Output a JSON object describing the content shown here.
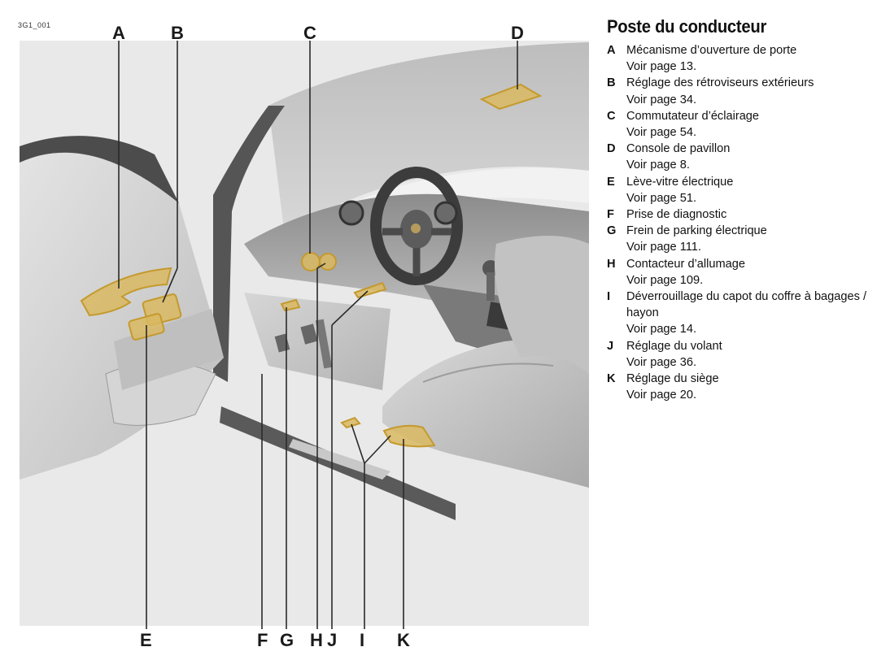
{
  "figure_id": "3G1_001",
  "title": "Poste du conducteur",
  "callout_letters": {
    "top": [
      "A",
      "B",
      "C",
      "D"
    ],
    "bottom": [
      "E",
      "F",
      "G",
      "H",
      "J",
      "I",
      "K"
    ]
  },
  "colors": {
    "highlight": "#d9b860",
    "highlight_stroke": "#c49a2e",
    "leader": "#2a2a2a",
    "interior_light": "#cfcfcf",
    "interior_dark": "#4a4a4a"
  },
  "entries": [
    {
      "letter": "A",
      "text": "Mécanisme d’ouverture de porte",
      "ref": "Voir page 13."
    },
    {
      "letter": "B",
      "text": "Réglage des rétroviseurs extérieurs",
      "ref": "Voir page 34."
    },
    {
      "letter": "C",
      "text": "Commutateur d’éclairage",
      "ref": "Voir page 54."
    },
    {
      "letter": "D",
      "text": "Console de pavillon",
      "ref": "Voir page 8."
    },
    {
      "letter": "E",
      "text": "Lève-vitre électrique",
      "ref": "Voir page 51."
    },
    {
      "letter": "F",
      "text": "Prise de diagnostic",
      "ref": ""
    },
    {
      "letter": "G",
      "text": "Frein de parking électrique",
      "ref": "Voir page 111."
    },
    {
      "letter": "H",
      "text": "Contacteur d’allumage",
      "ref": "Voir page 109."
    },
    {
      "letter": "I",
      "text": "Déverrouillage du capot du coffre à bagages / hayon",
      "ref": "Voir page 14."
    },
    {
      "letter": "J",
      "text": "Réglage du volant",
      "ref": "Voir page 36."
    },
    {
      "letter": "K",
      "text": "Réglage du siège",
      "ref": "Voir page 20."
    }
  ]
}
